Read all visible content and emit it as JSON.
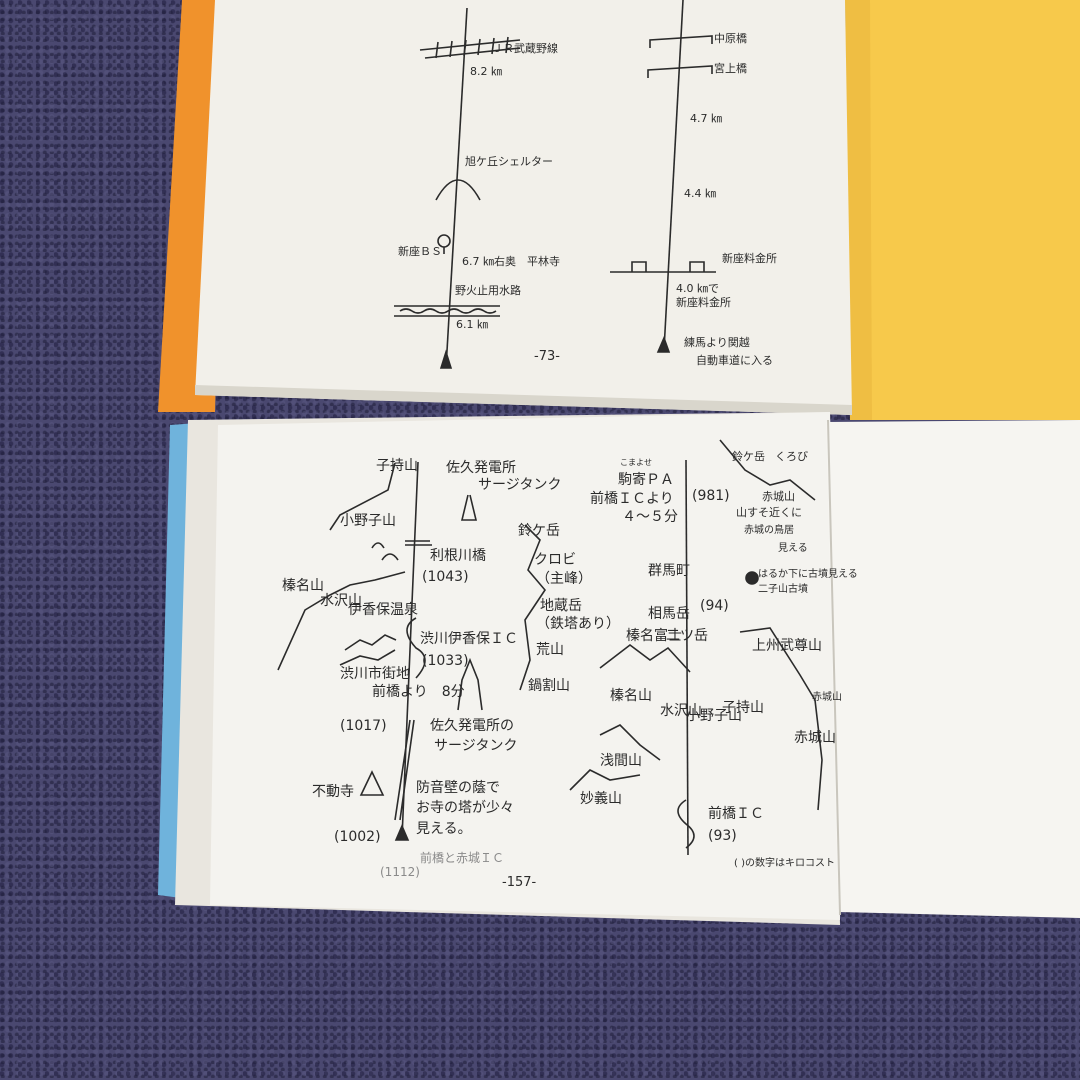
{
  "top_book": {
    "page_number": "-73-",
    "left_route": {
      "rail_crossing": "ＪＲ武蔵野線",
      "dist_1": "8.2 ㎞",
      "shelter": "旭ケ丘シェルター",
      "bus_stop": "新座ＢＳ",
      "right_temple": "6.7 ㎞右奥　平林寺",
      "water_canal": "野火止用水路",
      "dist_2": "6.1 ㎞"
    },
    "right_route": {
      "bridge_1": "中原橋",
      "bridge_2": "宮上橋",
      "dist_1": "4.7 ㎞",
      "dist_2": "4.4 ㎞",
      "toll": "新座料金所",
      "toll_note_1": "4.0 ㎞で",
      "toll_note_2": "新座料金所",
      "start_1": "練馬より関越",
      "start_2": "自動車道に入る"
    }
  },
  "bottom_book": {
    "page_number": "-157-",
    "bleed_number": "(1112)",
    "bleed_text": "前橋と赤城ＩＣ",
    "left_panel": {
      "mt_komochi": "子持山",
      "mt_onoko": "小野子山",
      "mt_haruna": "榛名山",
      "mt_mizusawa": "水沢山",
      "ikaho_onsen": "伊香保温泉",
      "shibukawa_town": "渋川市街地",
      "tank_top_1": "佐久発電所",
      "tank_top_2": "サージタンク",
      "tonegawa_bridge": "利根川橋",
      "elev_1043": "(1043)",
      "shibukawa_ic": "渋川伊香保ＩＣ",
      "elev_1033": "(1033)",
      "from_maebashi": "前橋より　8分",
      "elev_1017": "(1017)",
      "tank_bottom_1": "佐久発電所の",
      "tank_bottom_2": "サージタンク",
      "fudoji": "不動寺",
      "elev_1002": "(1002)",
      "note_1": "防音壁の蔭で",
      "note_2": "お寺の塔が少々",
      "note_3": "見える。",
      "mt_suzugatake": "鈴ケ岳",
      "kurobi": "クロビ",
      "kurobi_peak": "（主峰）",
      "mt_jizo": "地蔵岳",
      "tower": "（鉄塔あり）",
      "mt_ara": "荒山",
      "mt_nabewari": "鍋割山"
    },
    "right_panel": {
      "furigana": "こまよせ",
      "komayose_pa": "駒寄ＰＡ",
      "from_ic": "前橋ＩＣより",
      "minutes": "４～５分",
      "gunma_town": "群馬町",
      "elev_981": "(981)",
      "elev_94": "(94)",
      "mt_haruna_fuji": "榛名富士",
      "mt_soma": "相馬岳",
      "mt_futatsu": "二ツ岳",
      "mt_haruna": "榛名山",
      "mt_mizusawa": "水沢山",
      "mt_onoko": "小野子山",
      "mt_komochi": "子持山",
      "mt_asama": "浅間山",
      "mt_myogi": "妙義山",
      "maebashi_ic": "前橋ＩＣ",
      "elev_93": "(93)",
      "kilopost_note": "( )の数字はキロコスト",
      "top_suzugatake": "鈴ケ岳",
      "top_kurobi": "くろび",
      "top_akagi": "赤城山",
      "top_note_1": "山すそ近くに",
      "top_note_2": "赤城の鳥居",
      "top_note_3": "見える",
      "kofun_1": "はるか下に古墳見える",
      "kofun_2": "二子山古墳",
      "joshu_musonsan": "上州武尊山",
      "akagi_yama": "赤城山",
      "akagi_small": "赤城山"
    }
  },
  "colors": {
    "carpet": "#4a4870",
    "orange_cover": "#f0922c",
    "yellow_cover": "#f7c94b",
    "blue_cover": "#6fb3dc",
    "paper": "#f2f0ea",
    "ink": "#2b2b2b"
  }
}
